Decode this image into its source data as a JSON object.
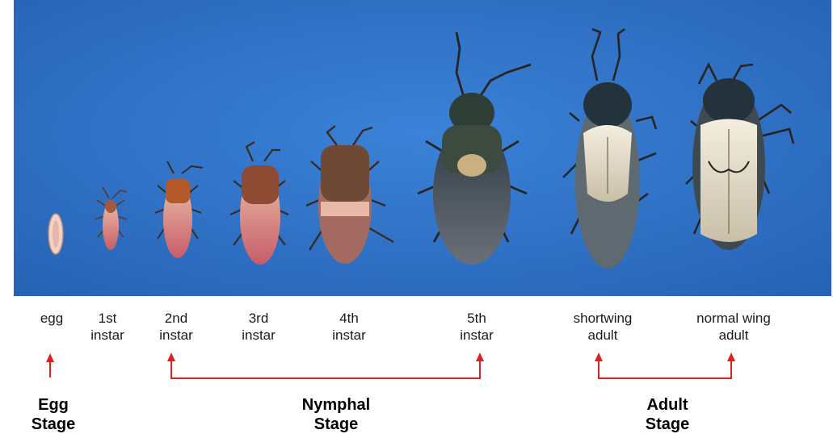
{
  "specimens": [
    {
      "line1": "egg",
      "line2": ""
    },
    {
      "line1": "1st",
      "line2": "instar"
    },
    {
      "line1": "2nd",
      "line2": "instar"
    },
    {
      "line1": "3rd",
      "line2": "instar"
    },
    {
      "line1": "4th",
      "line2": "instar"
    },
    {
      "line1": "5th",
      "line2": "instar"
    },
    {
      "line1": "shortwing",
      "line2": "adult"
    },
    {
      "line1": "normal wing",
      "line2": "adult"
    }
  ],
  "stages": [
    {
      "line1": "Egg",
      "line2": "Stage"
    },
    {
      "line1": "Nymphal",
      "line2": "Stage"
    },
    {
      "line1": "Adult",
      "line2": "Stage"
    }
  ],
  "colors": {
    "background_blue": "#2f73c8",
    "arrow_red": "#e02020",
    "label_text": "#1a1a1a"
  },
  "icons": [
    "egg-image",
    "nymph-image",
    "adult-bug-image"
  ]
}
